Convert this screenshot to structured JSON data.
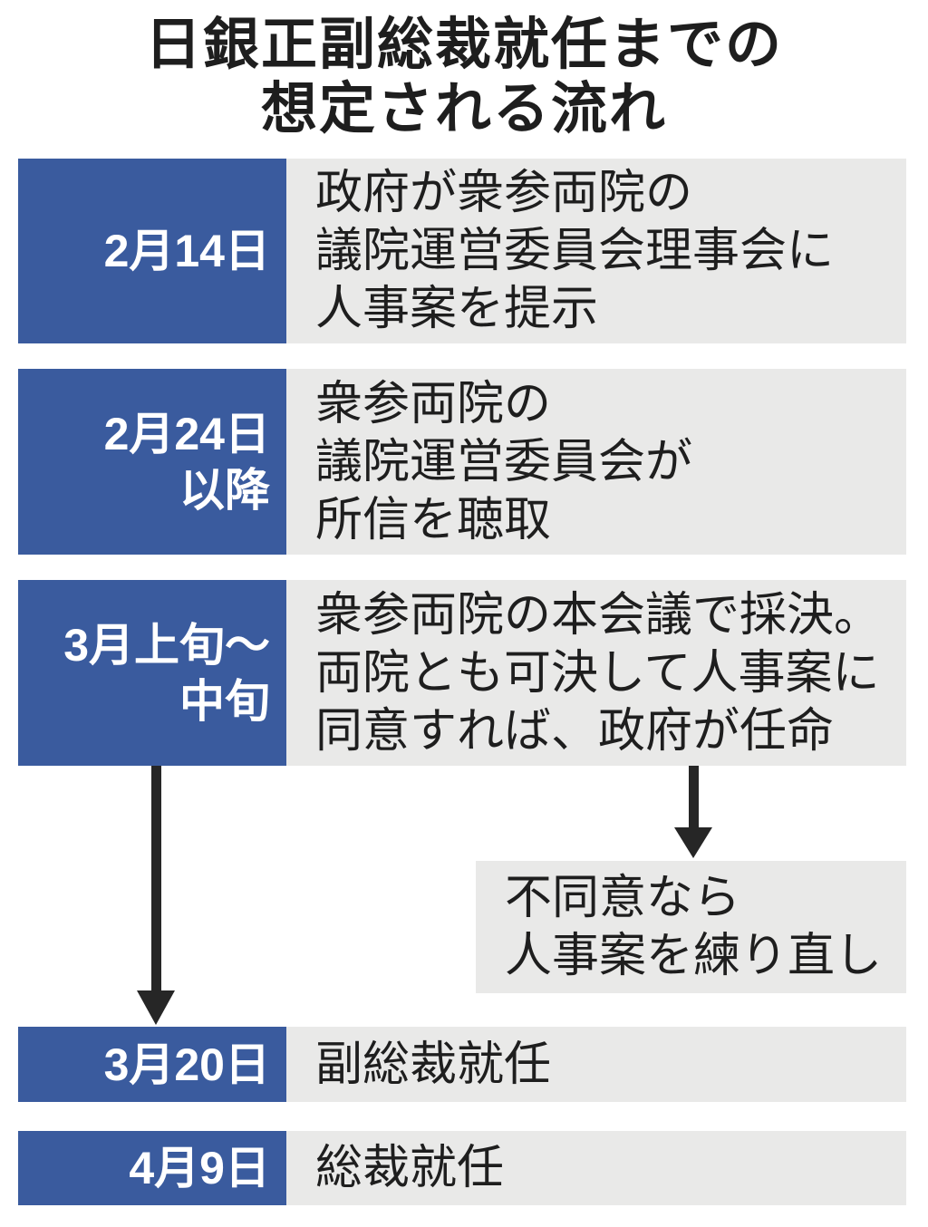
{
  "title": {
    "line1": "日銀正副総裁就任までの",
    "line2": "想定される流れ"
  },
  "colors": {
    "accent_blue": "#3A5B9E",
    "panel_gray": "#E9E9E8",
    "ink": "#1E1E1E",
    "background": "#FFFFFF"
  },
  "timeline": [
    {
      "date_lines": [
        "2月14日"
      ],
      "text_lines": [
        "政府が衆参両院の",
        "議院運営委員会理事会に",
        "人事案を提示"
      ]
    },
    {
      "date_lines": [
        "2月24日",
        "以降"
      ],
      "text_lines": [
        "衆参両院の",
        "議院運営委員会が",
        "所信を聴取"
      ]
    },
    {
      "date_lines": [
        "3月上旬〜",
        "中旬"
      ],
      "text_lines": [
        "衆参両院の本会議で採決。",
        "両院とも可決して人事案に",
        "同意すれば、政府が任命"
      ]
    },
    {
      "date_lines": [
        "3月20日"
      ],
      "text_lines": [
        "副総裁就任"
      ]
    },
    {
      "date_lines": [
        "4月9日"
      ],
      "text_lines": [
        "総裁就任"
      ]
    }
  ],
  "branch": {
    "text_lines": [
      "不同意なら",
      "人事案を練り直し"
    ]
  }
}
